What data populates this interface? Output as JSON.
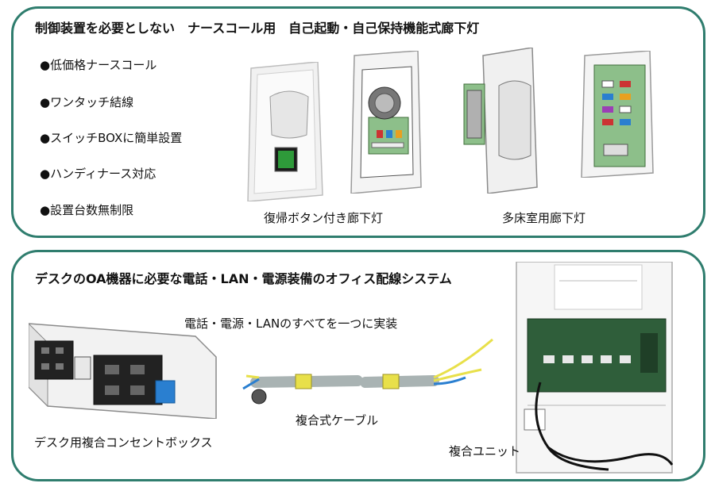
{
  "top_section": {
    "title": "制御装置を必要としない　ナースコール用　自己起動・自己保持機能式廊下灯",
    "features": [
      "●低価格ナースコール",
      "●ワンタッチ結線",
      "●スイッチBOXに簡単設置",
      "●ハンディナース対応",
      "●設置台数無制限"
    ],
    "captions": {
      "reset_button": "復帰ボタン付き廊下灯",
      "multi_bed": "多床室用廊下灯"
    }
  },
  "bottom_section": {
    "title": "デスクのOA機器に必要な電話・LAN・電源装備のオフィス配線システム",
    "subtitle": "電話・電源・LANのすべてを一つに実装",
    "captions": {
      "outlet_box": "デスク用複合コンセントボックス",
      "cable": "複合式ケーブル",
      "unit": "複合ユニット"
    }
  },
  "colors": {
    "border": "#2f7d6e",
    "pcb_green": "#8dbf8a",
    "button_green": "#2e9a3a",
    "outlet_blue": "#2a7fd0",
    "cable_yellow": "#e8e04a"
  }
}
